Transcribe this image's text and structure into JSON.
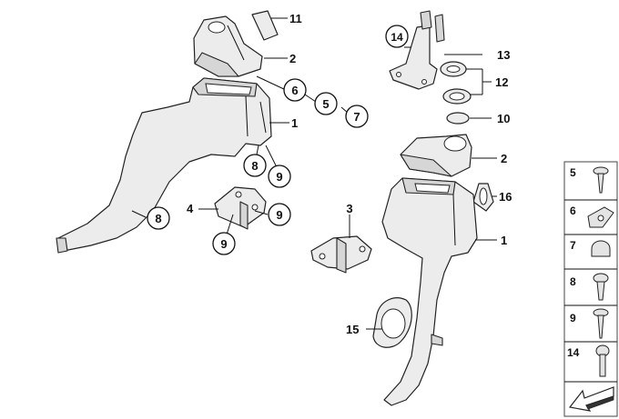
{
  "callouts": {
    "c11": "11",
    "c2a": "2",
    "c6": "6",
    "c5": "5",
    "c7": "7",
    "c1a": "1",
    "c8a": "8",
    "c9a": "9",
    "c8b": "8",
    "c4": "4",
    "c9b": "9",
    "c9c": "9",
    "c3": "3",
    "c14": "14",
    "c13": "13",
    "c12": "12",
    "c10": "10",
    "c2b": "2",
    "c16": "16",
    "c1b": "1",
    "c15": "15"
  },
  "legend": {
    "items": [
      {
        "num": "5",
        "icon": "screw-icon"
      },
      {
        "num": "6",
        "icon": "clip-nut-icon"
      },
      {
        "num": "7",
        "icon": "cap-icon"
      },
      {
        "num": "8",
        "icon": "expanding-rivet-icon"
      },
      {
        "num": "9",
        "icon": "tapping-screw-icon"
      },
      {
        "num": "14",
        "icon": "bolt-icon"
      }
    ],
    "footer_icon": "arrow-icon"
  }
}
